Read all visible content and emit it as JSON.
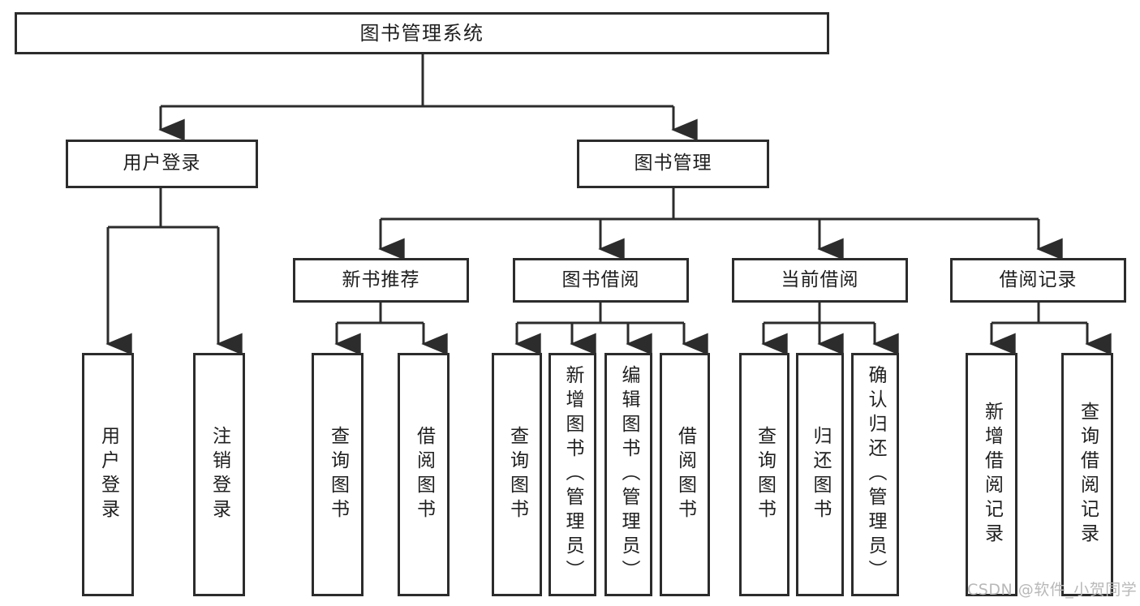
{
  "diagram": {
    "title": "图书管理系统",
    "type": "tree-hierarchy",
    "root": {
      "label": "图书管理系统"
    },
    "level2": [
      {
        "label": "用户登录"
      },
      {
        "label": "图书管理"
      }
    ],
    "level3": [
      {
        "label": "新书推荐"
      },
      {
        "label": "图书借阅"
      },
      {
        "label": "当前借阅"
      },
      {
        "label": "借阅记录"
      }
    ],
    "leaves": {
      "user_login": [
        {
          "label": "用户登录"
        },
        {
          "label": "注销登录"
        }
      ],
      "new_book_recommend": [
        {
          "label": "查询图书"
        },
        {
          "label": "借阅图书"
        }
      ],
      "book_borrow": [
        {
          "label": "查询图书"
        },
        {
          "label": "新增图书（管理员）"
        },
        {
          "label": "编辑图书（管理员）"
        },
        {
          "label": "借阅图书"
        }
      ],
      "current_borrow": [
        {
          "label": "查询图书"
        },
        {
          "label": "归还图书"
        },
        {
          "label": "确认归还（管理员）"
        }
      ],
      "borrow_record": [
        {
          "label": "新增借阅记录"
        },
        {
          "label": "查询借阅记录"
        }
      ]
    }
  },
  "watermark": {
    "text": "CSDN @软件_小贺同学"
  },
  "colors": {
    "border": "#2c2c2c",
    "background": "#ffffff",
    "text": "#1f1f1f",
    "watermark": "#b8b8b8"
  }
}
